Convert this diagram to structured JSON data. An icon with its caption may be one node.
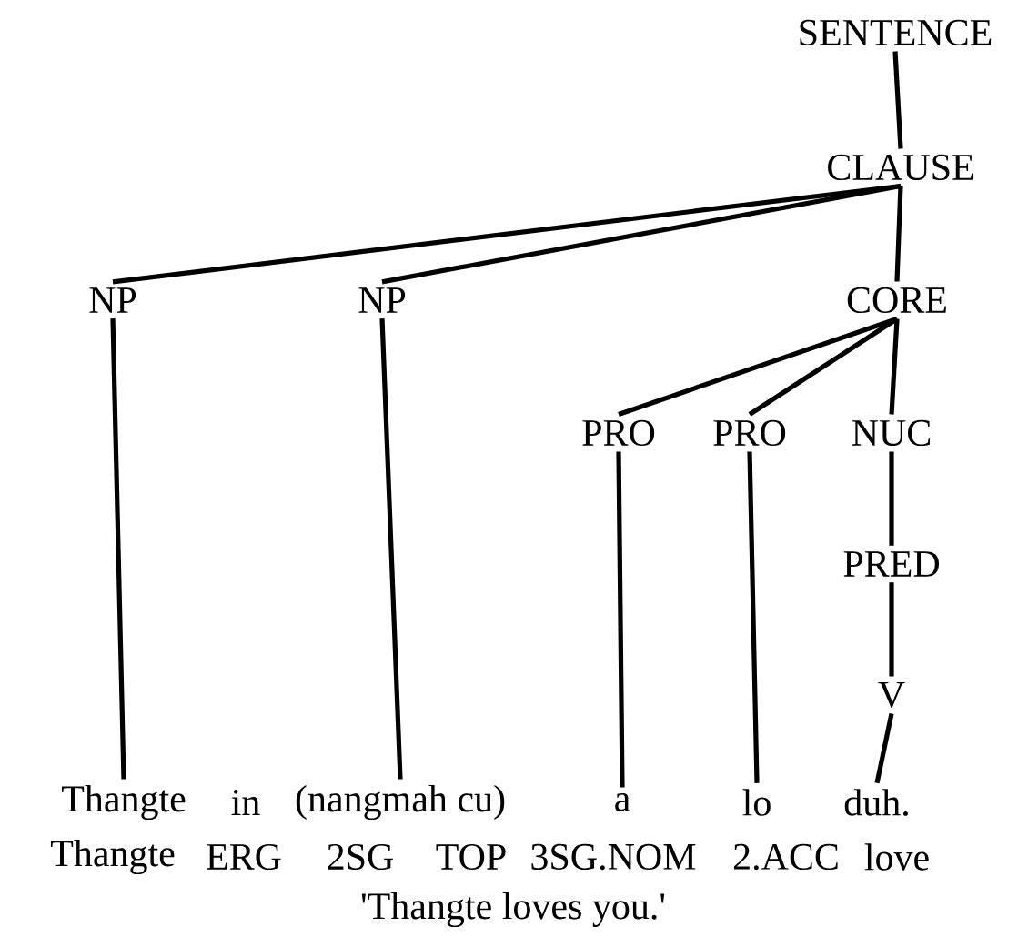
{
  "diagram": {
    "nodes": [
      {
        "text": [
          "SENTENCE"
        ]
      },
      {
        "text": [
          "CLAUSE"
        ]
      },
      {
        "text": [
          "NP"
        ]
      },
      {
        "text": [
          "NP"
        ]
      },
      {
        "text": [
          "CORE"
        ]
      },
      {
        "text": [
          "PRO"
        ]
      },
      {
        "text": [
          "PRO"
        ]
      },
      {
        "text": [
          "NUC"
        ]
      },
      {
        "text": [
          "PRED"
        ]
      },
      {
        "text": [
          "V"
        ]
      },
      {
        "text": [
          "Thangte"
        ]
      },
      {
        "text": [
          "(nangmah cu)"
        ]
      },
      {
        "text": [
          "a"
        ]
      },
      {
        "text": [
          "lo"
        ]
      },
      {
        "text": [
          "duh."
        ]
      }
    ],
    "edges": [
      {
        "from": 0,
        "to": 1,
        "arrow": "none"
      },
      {
        "from": 1,
        "to": 2,
        "arrow": "none"
      },
      {
        "from": 1,
        "to": 3,
        "arrow": "none"
      },
      {
        "from": 1,
        "to": 4,
        "arrow": "none"
      },
      {
        "from": 4,
        "to": 5,
        "arrow": "none"
      },
      {
        "from": 4,
        "to": 6,
        "arrow": "none"
      },
      {
        "from": 4,
        "to": 7,
        "arrow": "none"
      },
      {
        "from": 7,
        "to": 8,
        "arrow": "none"
      },
      {
        "from": 8,
        "to": 9,
        "arrow": "none"
      },
      {
        "from": 2,
        "to": 10,
        "arrow": "none"
      },
      {
        "from": 3,
        "to": 11,
        "arrow": "none"
      },
      {
        "from": 5,
        "to": 12,
        "arrow": "none"
      },
      {
        "from": 6,
        "to": 13,
        "arrow": "none"
      },
      {
        "from": 9,
        "to": 14,
        "arrow": "none"
      }
    ],
    "labels": [
      "in",
      "Thangte",
      "ERG",
      "2SG",
      "TOP",
      "3SG.NOM",
      "2.ACC",
      "love",
      "'Thangte loves you.'"
    ]
  }
}
